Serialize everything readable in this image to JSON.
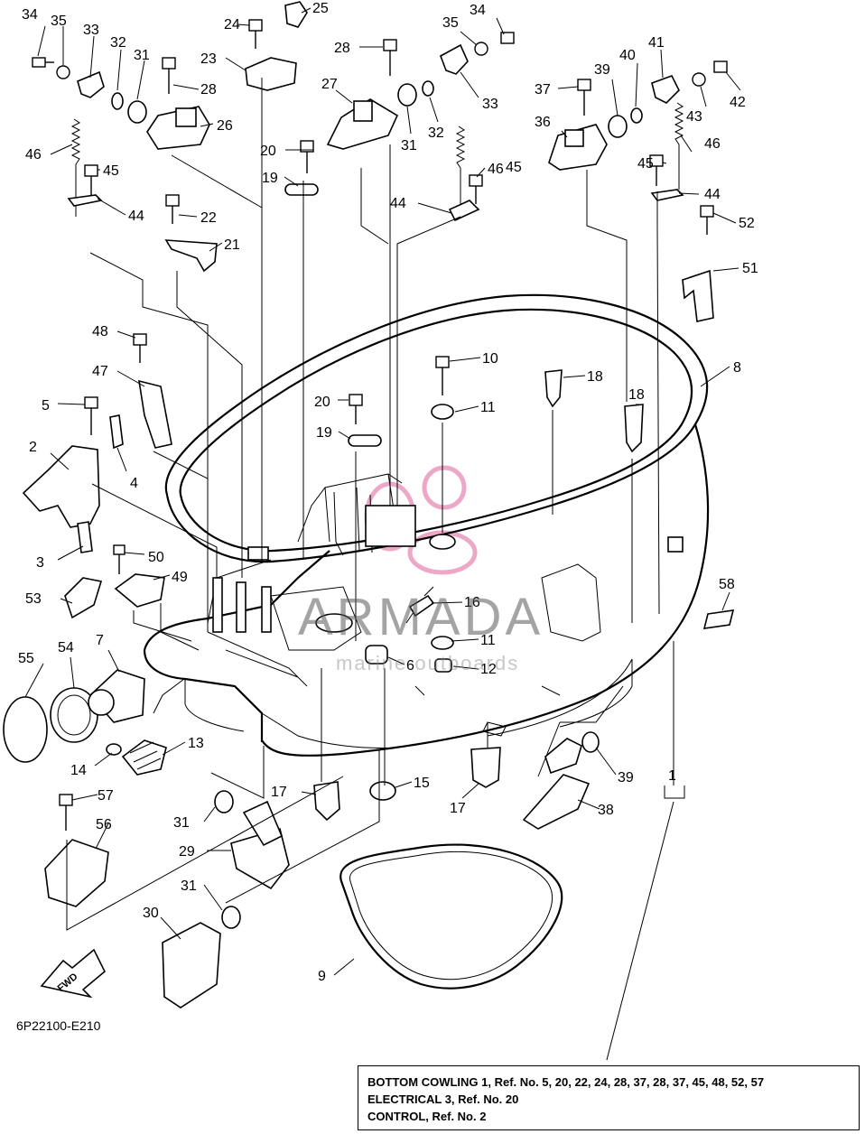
{
  "diagram_code": "6P22100-E210",
  "fwd_label": "FWD",
  "watermark": {
    "name": "ARMADA",
    "tagline": "marine outboards",
    "accent_color": "#e0629a"
  },
  "callouts": [
    "1",
    "2",
    "3",
    "4",
    "5",
    "6",
    "7",
    "8",
    "9",
    "10",
    "11",
    "11",
    "12",
    "13",
    "14",
    "15",
    "16",
    "17",
    "17",
    "18",
    "18",
    "19",
    "19",
    "20",
    "20",
    "21",
    "22",
    "23",
    "24",
    "25",
    "26",
    "27",
    "28",
    "28",
    "29",
    "30",
    "31",
    "31",
    "31",
    "32",
    "32",
    "33",
    "33",
    "34",
    "34",
    "35",
    "35",
    "36",
    "37",
    "38",
    "39",
    "39",
    "40",
    "41",
    "42",
    "43",
    "44",
    "44",
    "44",
    "45",
    "45",
    "45",
    "46",
    "46",
    "46",
    "47",
    "48",
    "49",
    "50",
    "51",
    "52",
    "53",
    "54",
    "55",
    "56",
    "57",
    "58"
  ],
  "notes": [
    "BOTTOM COWLING 1, Ref. No. 5, 20, 22, 24, 28, 37, 28, 37, 45, 48, 52, 57",
    "ELECTRICAL 3, Ref. No. 20",
    "CONTROL, Ref. No. 2"
  ]
}
